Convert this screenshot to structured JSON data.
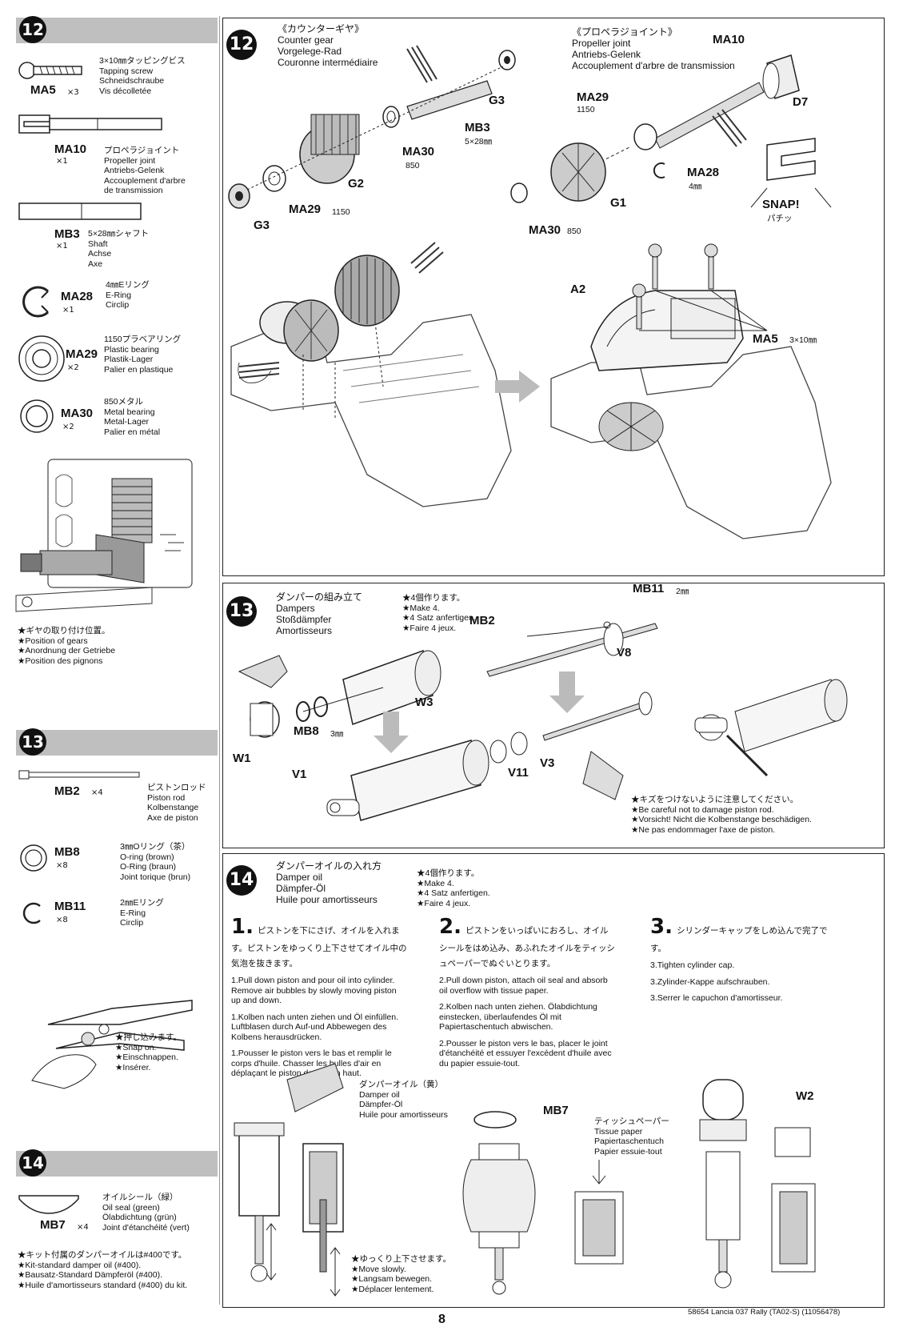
{
  "page_number": "8",
  "footer": "58654 Lancia 037 Rally (TA02-S) (11056478)",
  "sidebar": {
    "sections": [
      {
        "number": "12",
        "parts": [
          {
            "code": "MA5",
            "qty": "×3",
            "desc": "3×10㎜タッピングビス\nTapping screw\nSchneidschraube\nVis décolletée",
            "icon": "screw-icon"
          },
          {
            "code": "MA10",
            "qty": "×1",
            "desc": "プロペラジョイント\nPropeller joint\nAntriebs-Gelenk\nAccouplement d'arbre\nde transmission",
            "icon": "propeller-joint-icon"
          },
          {
            "code": "MB3",
            "qty": "×1",
            "desc": "5×28㎜シャフト\nShaft\nAchse\nAxe",
            "icon": "shaft-icon"
          },
          {
            "code": "MA28",
            "qty": "×1",
            "desc": "4㎜Eリング\nE-Ring\nCirclip",
            "icon": "e-ring-icon"
          },
          {
            "code": "MA29",
            "qty": "×2",
            "desc": "1150プラベアリング\nPlastic bearing\nPlastik-Lager\nPalier en plastique",
            "icon": "plastic-bearing-icon"
          },
          {
            "code": "MA30",
            "qty": "×2",
            "desc": "850メタル\nMetal bearing\nMetal-Lager\nPalier en métal",
            "icon": "metal-bearing-icon"
          }
        ],
        "note": "★ギヤの取り付け位置。\n★Position of gears\n★Anordnung der Getriebe\n★Position des pignons"
      },
      {
        "number": "13",
        "parts": [
          {
            "code": "MB2",
            "qty": "×4",
            "desc": "ピストンロッド\nPiston rod\nKolbenstange\nAxe de piston",
            "icon": "piston-rod-icon"
          },
          {
            "code": "MB8",
            "qty": "×8",
            "desc": "3㎜Oリング（茶）\nO-ring (brown)\nO-Ring (braun)\nJoint torique (brun)",
            "icon": "o-ring-icon"
          },
          {
            "code": "MB11",
            "qty": "×8",
            "desc": "2㎜Eリング\nE-Ring\nCirclip",
            "icon": "e-ring-small-icon"
          }
        ],
        "note": "★押し込みます。\n★Snap on.\n★Einschnappen.\n★Insérer."
      },
      {
        "number": "14",
        "parts": [
          {
            "code": "MB7",
            "qty": "×4",
            "desc": "オイルシール（緑）\nOil seal (green)\nÖlabdichtung (grün)\nJoint d'étanchéité (vert)",
            "icon": "oil-seal-icon"
          }
        ],
        "note": "★キット付属のダンパーオイルは#400です。\n★Kit-standard damper oil (#400).\n★Bausatz-Standard Dämpferöl (#400).\n★Huile d'amortisseurs standard (#400) du kit."
      }
    ]
  },
  "step12": {
    "number": "12",
    "counter_gear": "《カウンターギヤ》\nCounter gear\nVorgelege-Rad\nCouronne intermédiaire",
    "propeller_joint": "《プロペラジョイント》\nPropeller joint\nAntriebs-Gelenk\nAccouplement d'arbre de transmission",
    "labels": {
      "g3a": "G3",
      "mb3": "MB3",
      "mb3_size": "5×28㎜",
      "ma30a": "MA30",
      "ma30a_sub": "850",
      "g2": "G2",
      "ma29a": "MA29",
      "ma29a_sub": "1150",
      "g3b": "G3",
      "ma10": "MA10",
      "d7": "D7",
      "ma29b": "MA29",
      "ma29b_sub": "1150",
      "ma28": "MA28",
      "ma28_sub": "4㎜",
      "g1": "G1",
      "ma30b": "MA30",
      "ma30b_sub": "850",
      "snap": "SNAP!",
      "snap_jp": "パチッ",
      "a2": "A2",
      "ma5": "MA5",
      "ma5_sub": "3×10㎜"
    }
  },
  "step13": {
    "number": "13",
    "title": "ダンパーの組み立て\nDampers\nStoßdämpfer\nAmortisseurs",
    "make": "★4個作ります。\n★Make 4.\n★4 Satz anfertigen.\n★Faire 4 jeux.",
    "labels": {
      "mb11": "MB11",
      "mb11_sub": "2㎜",
      "mb2": "MB2",
      "v8": "V8",
      "w3": "W3",
      "mb8": "MB8",
      "mb8_sub": "3㎜",
      "w1": "W1",
      "v1": "V1",
      "v11": "V11",
      "v3": "V3"
    },
    "caution": "★キズをつけないように注意してください。\n★Be careful not to damage piston rod.\n★Vorsicht! Nicht die Kolbenstange beschädigen.\n★Ne pas endommager l'axe de piston."
  },
  "step14": {
    "number": "14",
    "title": "ダンパーオイルの入れ方\nDamper oil\nDämpfer-Öl\nHuile pour amortisseurs",
    "make": "★4個作ります。\n★Make 4.\n★4 Satz anfertigen.\n★Faire 4 jeux.",
    "steps": [
      {
        "num": "1.",
        "jp": "ピストンを下にさげ、オイルを入れます。ピストンをゆっくり上下させてオイル中の気泡を抜きます。",
        "en": "1.Pull down piston and pour oil into cylinder. Remove air bubbles by slowly moving piston up and down.",
        "de": "1.Kolben nach unten ziehen und Öl einfüllen. Luftblasen durch Auf-und Abbewegen des Kolbens herausdrücken.",
        "fr": "1.Pousser le piston vers le bas et remplir le corps d'huile. Chasser les bulles d'air en déplaçant le piston de bas en haut."
      },
      {
        "num": "2.",
        "jp": "ピストンをいっぱいにおろし、オイルシールをはめ込み、あふれたオイルをティッシュペーパーでぬぐいとります。",
        "en": "2.Pull down piston, attach oil seal and absorb oil overflow with tissue paper.",
        "de": "2.Kolben nach unten ziehen. Ölabdichtung einstecken, überlaufendes Öl mit Papiertaschentuch abwischen.",
        "fr": "2.Pousser le piston vers le bas, placer le joint d'étanchéité et essuyer l'excédent d'huile avec du papier essuie-tout."
      },
      {
        "num": "3.",
        "jp": "シリンダーキャップをしめ込んで完了です。",
        "en": "3.Tighten cylinder cap.",
        "de": "3.Zylinder-Kappe aufschrauben.",
        "fr": "3.Serrer le capuchon d'amortisseur."
      }
    ],
    "oil_label": "ダンパーオイル（黄）\nDamper oil\nDämpfer-Öl\nHuile pour amortisseurs",
    "mb7": "MB7",
    "tissue": "ティッシュペーパー\nTissue paper\nPapiertaschentuch\nPapier essuie-tout",
    "w2": "W2",
    "move": "★ゆっくり上下させます。\n★Move slowly.\n★Langsam bewegen.\n★Déplacer lentement."
  }
}
